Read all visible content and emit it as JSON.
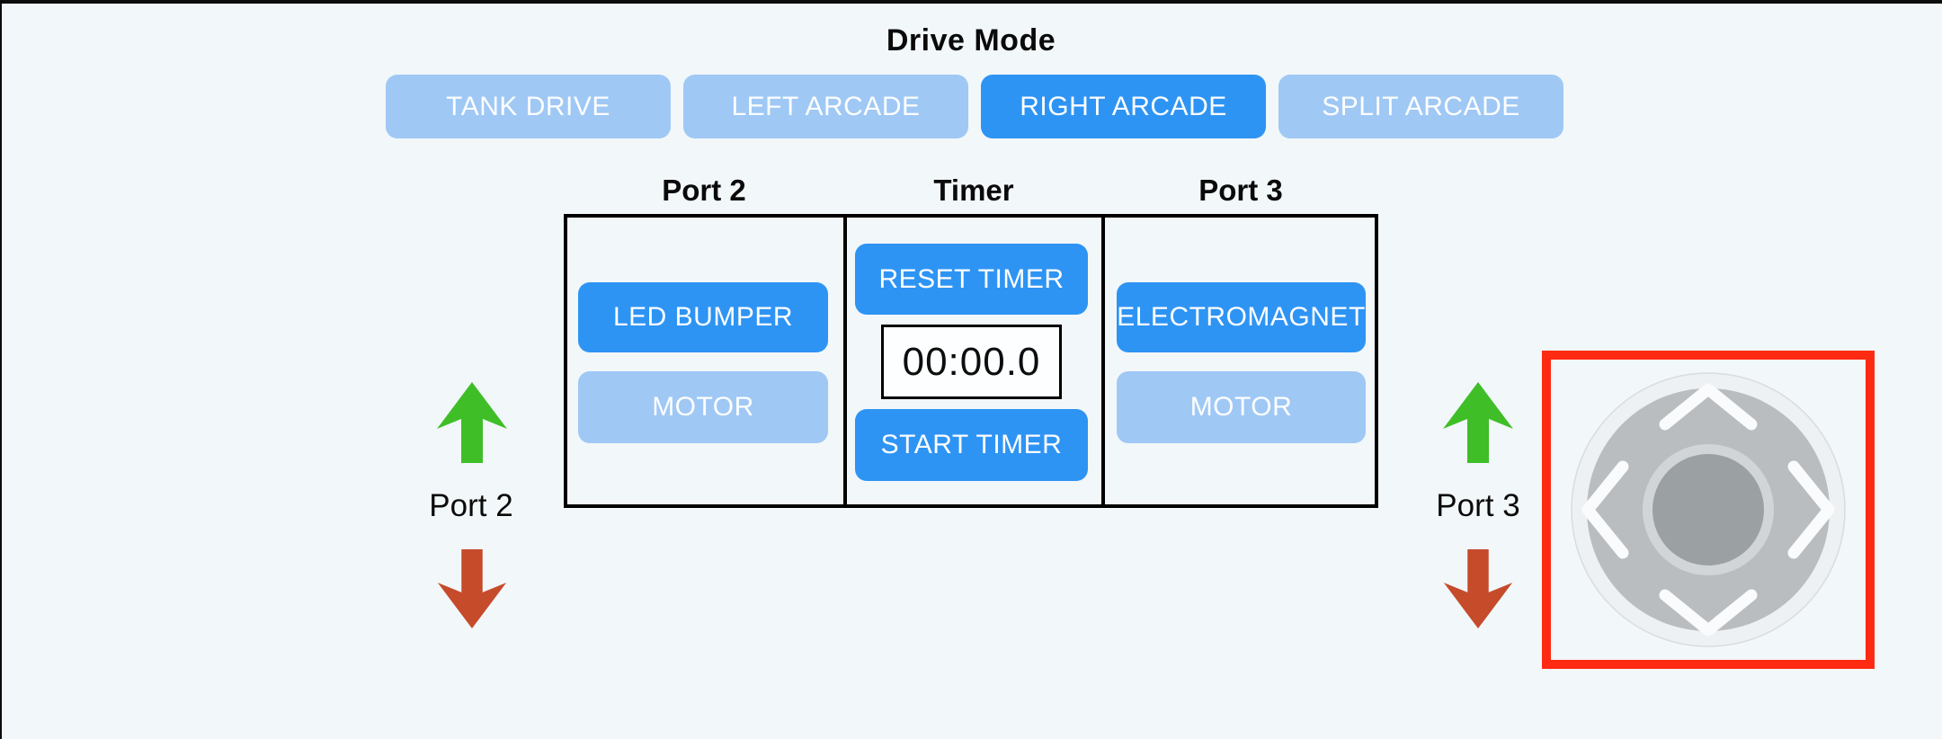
{
  "drive_mode": {
    "title": "Drive Mode",
    "buttons": [
      {
        "label": "TANK DRIVE",
        "active": false
      },
      {
        "label": "LEFT ARCADE",
        "active": false
      },
      {
        "label": "RIGHT ARCADE",
        "active": true
      },
      {
        "label": "SPLIT ARCADE",
        "active": false
      }
    ]
  },
  "ports_panel": {
    "port2": {
      "header": "Port 2",
      "buttons": [
        {
          "label": "LED BUMPER",
          "active": true
        },
        {
          "label": "MOTOR",
          "active": false
        }
      ]
    },
    "timer": {
      "header": "Timer",
      "reset_button": "RESET TIMER",
      "display_value": "00:00.0",
      "start_button": "START TIMER"
    },
    "port3": {
      "header": "Port 3",
      "buttons": [
        {
          "label": "ELECTROMAGNET",
          "active": true
        },
        {
          "label": "MOTOR",
          "active": false
        }
      ]
    }
  },
  "left_motor_control": {
    "label": "Port 2",
    "up_icon": "up-arrow-icon",
    "down_icon": "down-arrow-icon"
  },
  "right_motor_control": {
    "label": "Port 3",
    "up_icon": "up-arrow-icon",
    "down_icon": "down-arrow-icon"
  },
  "joystick": {
    "icon": "dpad-joystick-icon",
    "selected": true
  },
  "colors": {
    "bg": "#f2f7f9",
    "active-blue": "#2e94f4",
    "inactive-blue": "#9fc8f5",
    "button-text": "#fdfeff",
    "green-arrow": "#3fbe28",
    "red-arrow": "#c54b2b",
    "highlight-red": "#ff2a12",
    "panel-border": "#000000",
    "timer-text": "#0d0d0d",
    "heading-text": "#0a0a0a"
  }
}
